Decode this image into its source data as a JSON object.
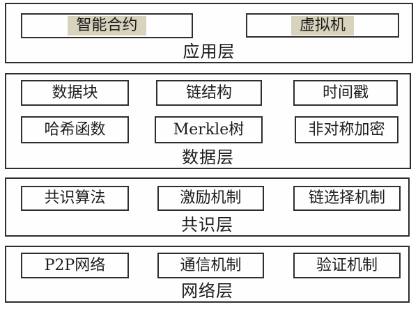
{
  "colors": {
    "border": "#2e2e2e",
    "text": "#1c1c1c",
    "highlight": "#d8d3bd",
    "box_bg": "#fefefe",
    "page_bg": "#ffffff"
  },
  "layers": [
    {
      "name": "应用层",
      "rows": [
        {
          "items": [
            {
              "label": "智能合约",
              "highlight": true
            },
            {
              "label": "虚拟机",
              "highlight": true
            }
          ]
        }
      ]
    },
    {
      "name": "数据层",
      "rows": [
        {
          "items": [
            {
              "label": "数据块"
            },
            {
              "label": "链结构"
            },
            {
              "label": "时间戳"
            }
          ]
        },
        {
          "items": [
            {
              "label": "哈希函数"
            },
            {
              "label": "Merkle树"
            },
            {
              "label": "非对称加密"
            }
          ]
        }
      ]
    },
    {
      "name": "共识层",
      "rows": [
        {
          "items": [
            {
              "label": "共识算法"
            },
            {
              "label": "激励机制"
            },
            {
              "label": "链选择机制"
            }
          ]
        }
      ]
    },
    {
      "name": "网络层",
      "rows": [
        {
          "items": [
            {
              "label": "P2P网络"
            },
            {
              "label": "通信机制"
            },
            {
              "label": "验证机制"
            }
          ]
        }
      ]
    }
  ]
}
